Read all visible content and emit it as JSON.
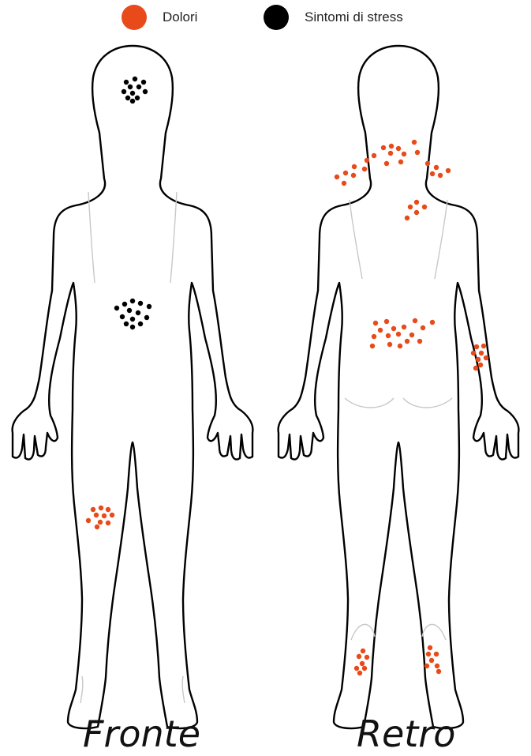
{
  "legend": {
    "pain_label": "Dolori",
    "stress_label": "Sintomi di stress",
    "pain_color": "#e84a1a",
    "stress_color": "#000000"
  },
  "figures": {
    "front_label": "Fronte",
    "back_label": "Retro"
  }
}
